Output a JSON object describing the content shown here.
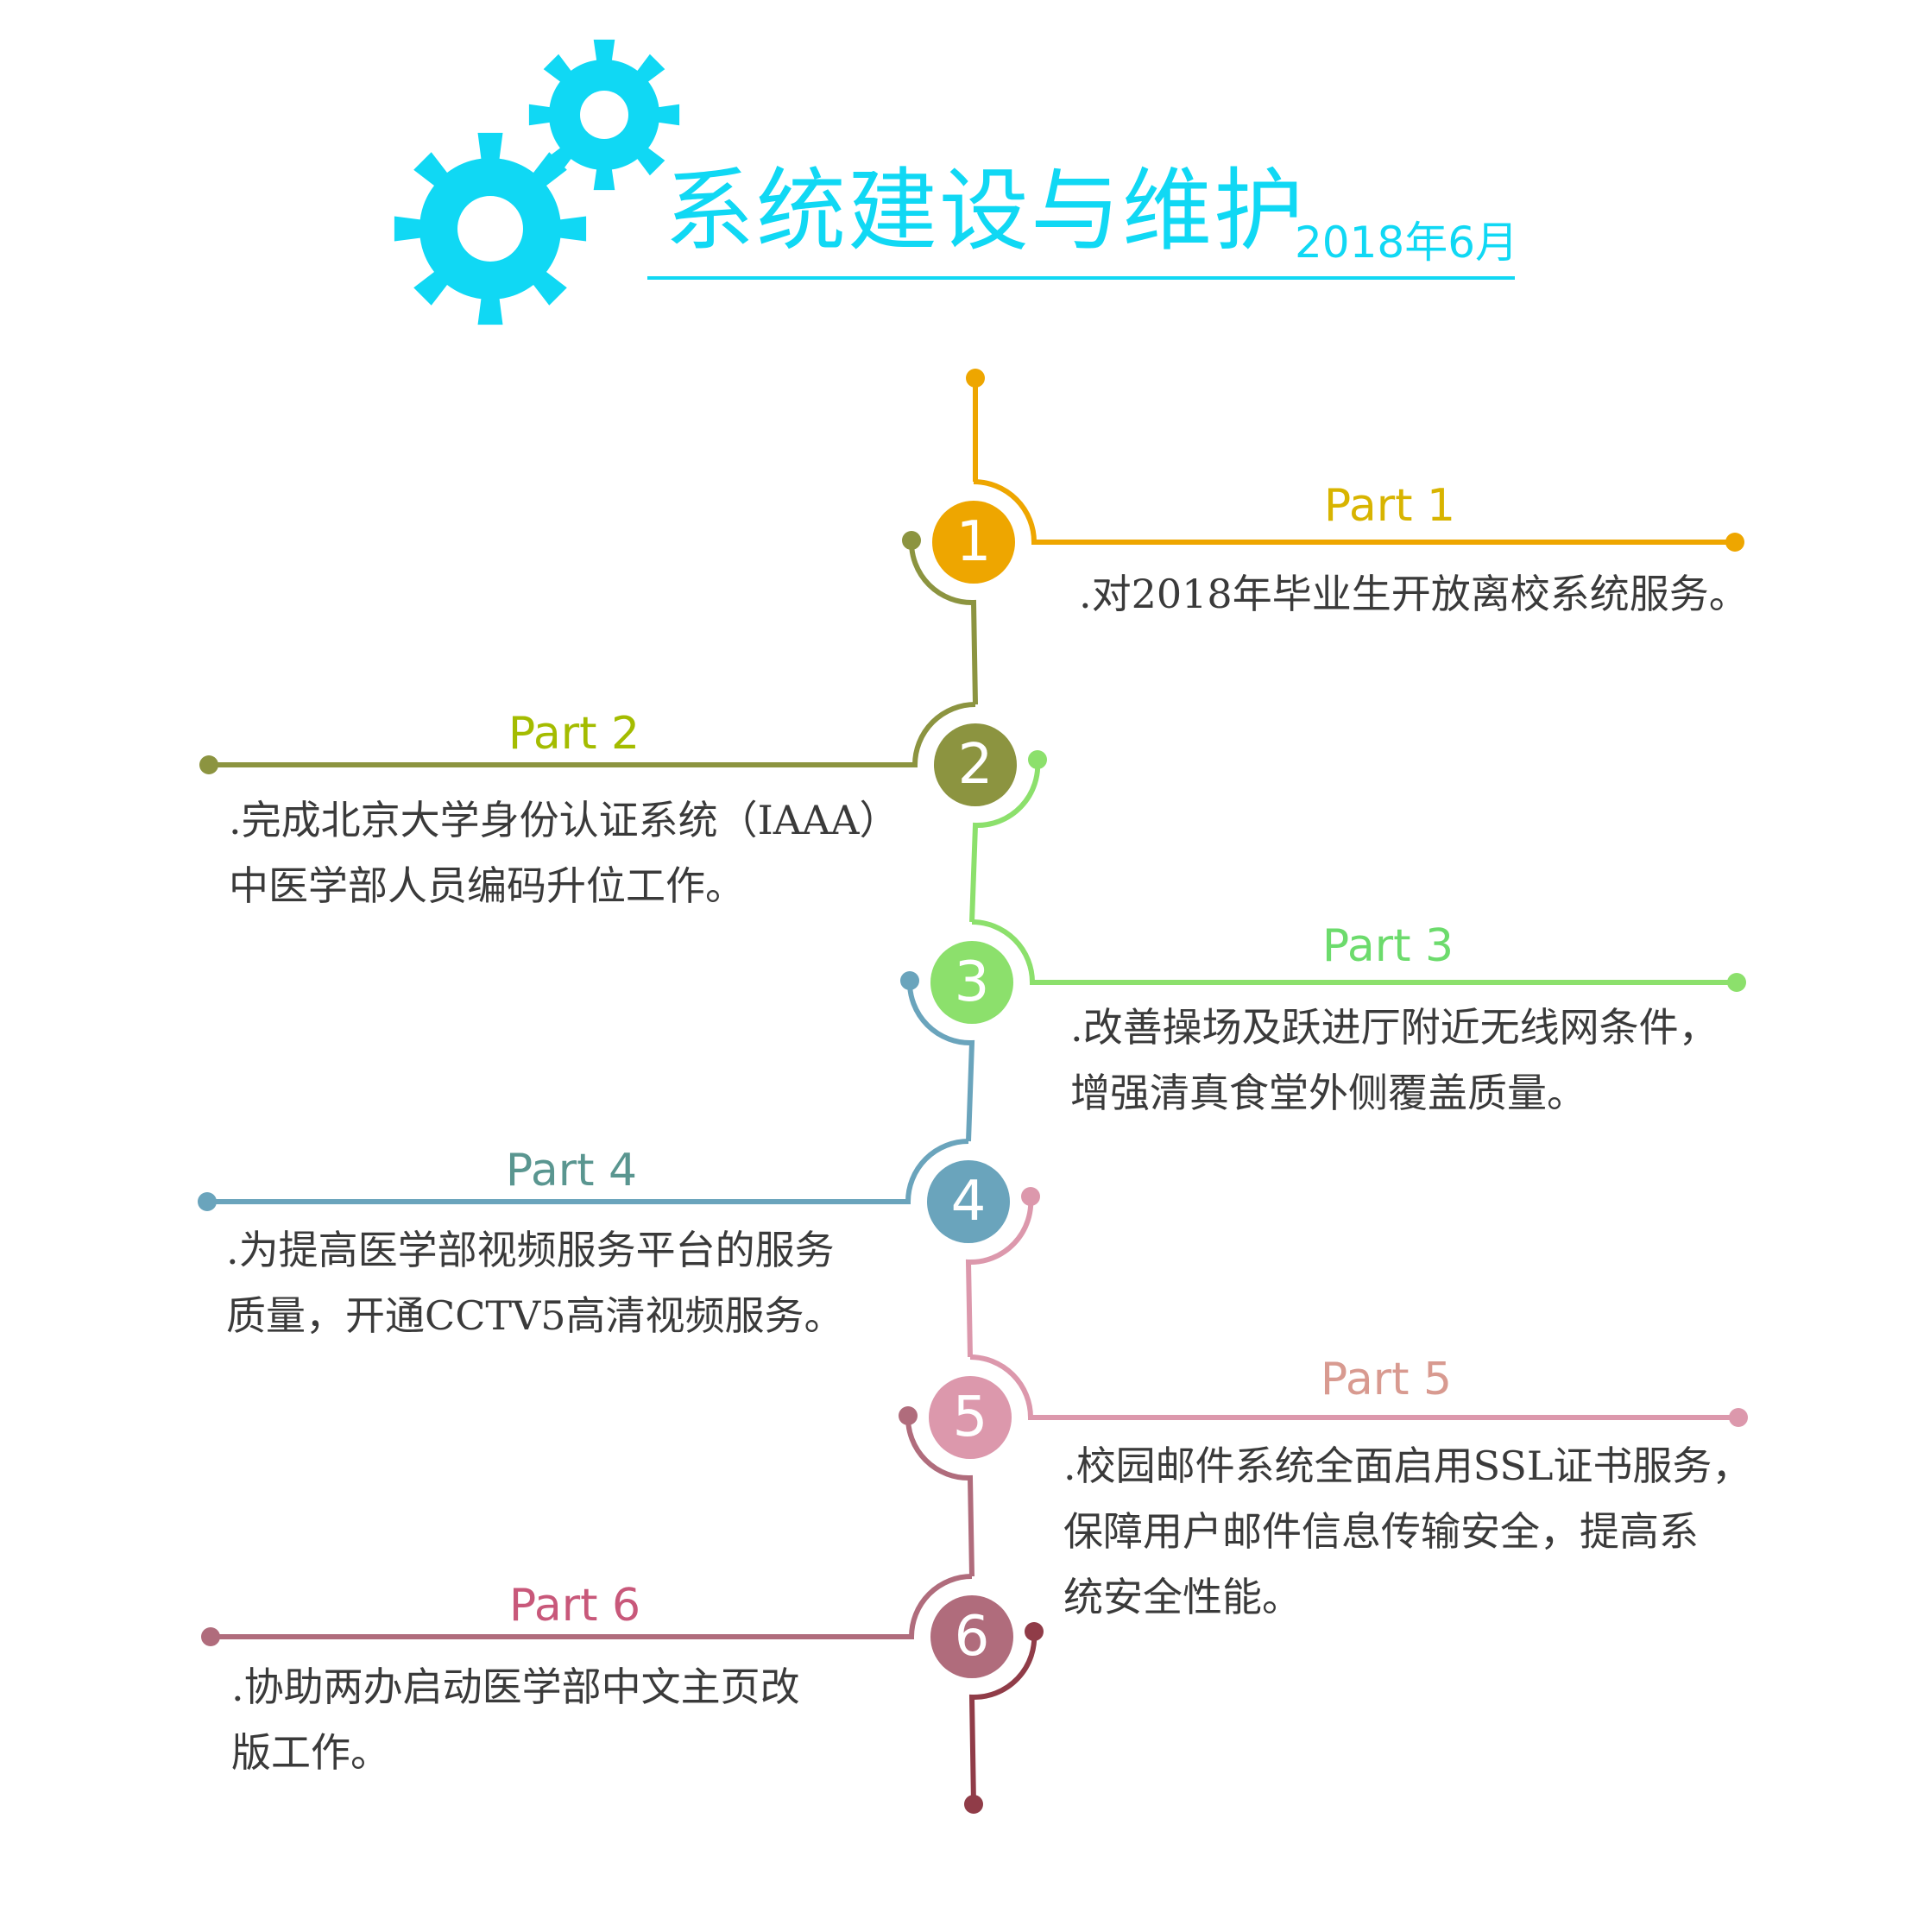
{
  "header": {
    "title": "系统建设与维护",
    "date": "2018年6月",
    "accent_color": "#10D8F4",
    "icon": "gears-icon"
  },
  "parts": [
    {
      "number": "1",
      "label": "Part 1",
      "color": "#EEA600",
      "title_color": "#D8B400",
      "lines": [
        ".对2018年毕业生开放离校系统服务。"
      ]
    },
    {
      "number": "2",
      "label": "Part 2",
      "color": "#8C9440",
      "title_color": "#A4BC00",
      "lines": [
        ".完成北京大学身份认证系统（IAAA）",
        "中医学部人员编码升位工作。"
      ]
    },
    {
      "number": "3",
      "label": "Part 3",
      "color": "#8CE06C",
      "title_color": "#6CDB6C",
      "lines": [
        ".改善操场及跃进厅附近无线网条件，",
        "增强清真食堂外侧覆盖质量。"
      ]
    },
    {
      "number": "4",
      "label": "Part 4",
      "color": "#6AA4BC",
      "title_color": "#5A9690",
      "lines": [
        ".为提高医学部视频服务平台的服务",
        "质量，开通CCTV5高清视频服务。"
      ]
    },
    {
      "number": "5",
      "label": "Part 5",
      "color": "#DC98AC",
      "title_color": "#D89A90",
      "lines": [
        ".校园邮件系统全面启用SSL证书服务，",
        "保障用户邮件信息传输安全，提高系",
        "统安全性能。"
      ]
    },
    {
      "number": "6",
      "label": "Part 6",
      "color": "#B06C7C",
      "title_color": "#C8587A",
      "lines": [
        ".协助两办启动医学部中文主页改",
        "版工作。"
      ]
    }
  ],
  "timeline_end_color": "#903C48"
}
